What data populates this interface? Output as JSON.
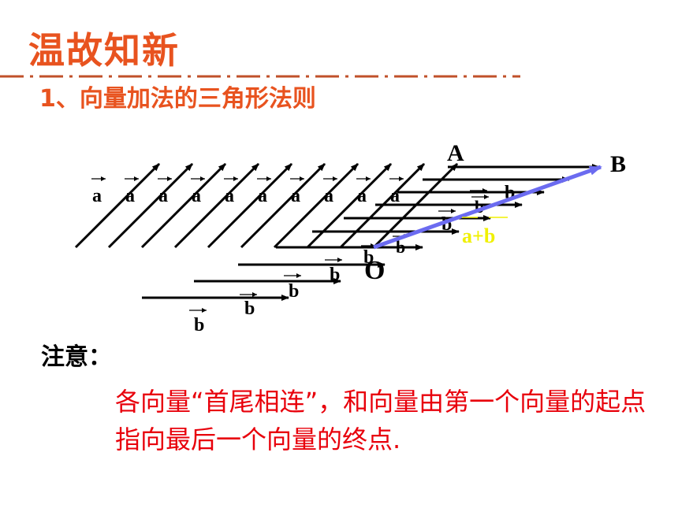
{
  "header": {
    "title": "温故知新",
    "subtitle": "1、向量加法的三角形法则"
  },
  "diagram": {
    "vector_a": "a",
    "vector_b": "b",
    "point_origin": "O",
    "point_a": "A",
    "point_b": "B",
    "sum_label": "a+b",
    "colors": {
      "sum_arrow": "#6b6bf0",
      "sum_label": "#f0f000",
      "vectors": "#000000"
    }
  },
  "note": {
    "label": "注意：",
    "text": "各向量“首尾相连”，和向量由第一个向量的起点指向最后一个向量的终点."
  },
  "colors": {
    "title": "#e8531f",
    "note_text": "#e8000b"
  }
}
